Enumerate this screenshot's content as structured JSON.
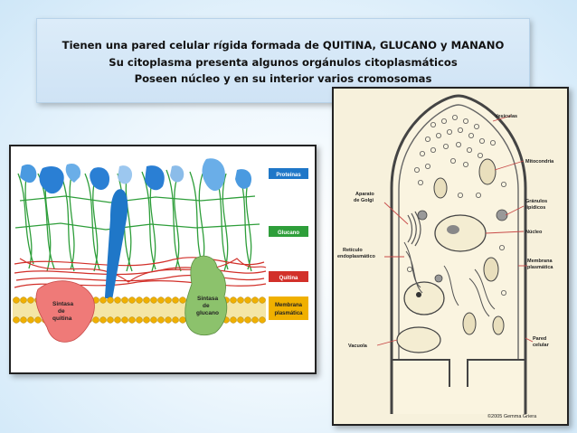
{
  "header": {
    "line1": "Tienen una pared celular rígida formada de QUITINA, GLUCANO y MANANO",
    "line2": "Su citoplasma presenta algunos orgánulos citoplasmáticos",
    "line3": "Poseen núcleo y en su interior varios cromosomas"
  },
  "membrane_diagram": {
    "legend": {
      "proteinas": "Proteínas",
      "glucano": "Glucano",
      "quitina": "Quitina",
      "membrana_line1": "Membrana",
      "membrana_line2": "plasmática"
    },
    "sintasa_quitina": [
      "Sintasa",
      "de",
      "quitina"
    ],
    "sintasa_glucano": [
      "Sintasa",
      "de",
      "glucano"
    ],
    "colors": {
      "proteinas": "#1f77c8",
      "glucano": "#2e9e3a",
      "quitina": "#d2302a",
      "membrana": "#f0b000"
    }
  },
  "cell_diagram": {
    "labels": {
      "vesiculas": "Vesículas",
      "mitocondria": "Mitocondria",
      "granulos1": "Gránulos",
      "granulos2": "lipídicos",
      "nucleo": "Núcleo",
      "aparato1": "Aparato",
      "aparato2": "de Golgi",
      "reticulo1": "Retículo",
      "reticulo2": "endoplasmático",
      "membrana1": "Membrana",
      "membrana2": "plasmática",
      "vacuola": "Vacuola",
      "pared1": "Pared",
      "pared2": "celular",
      "copyright": "©2005 Gemma Griera"
    }
  }
}
